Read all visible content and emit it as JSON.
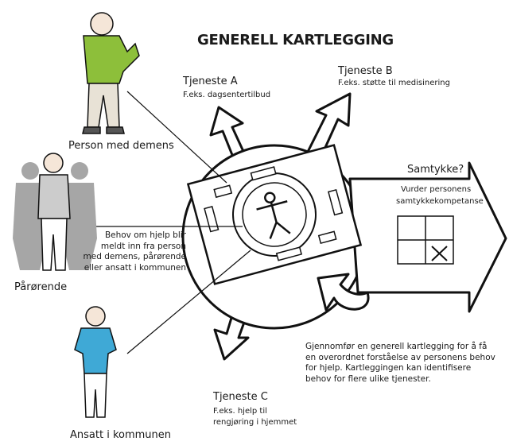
{
  "title": "GENERELL KARTLEGGING",
  "services": {
    "a": {
      "name": "Tjeneste A",
      "example": "F.eks. dagsentertilbud"
    },
    "b": {
      "name": "Tjeneste B",
      "example": "F.eks. støtte til medisinering"
    },
    "c": {
      "name": "Tjeneste C",
      "example_line1": "F.eks. hjelp til",
      "example_line2": "rengjøring i hjemmet"
    }
  },
  "consent": {
    "title": "Samtykke?",
    "line1": "Vurder personens",
    "line2": "samtykkekompetanse"
  },
  "actors": {
    "person": "Person med demens",
    "relatives": "Pårørende",
    "employee": "Ansatt i kommunen"
  },
  "referral_text": [
    "Behov om hjelp blir",
    "meldt inn fra person",
    "med demens, pårørende",
    "eller ansatt i kommunen"
  ],
  "assessment_text": [
    "Gjennomfør en generell kartlegging for å få",
    "en overordnet forståelse av personens behov",
    "for hjelp. Kartleggingen kan identifisere",
    "behov for flere ulike tjenester."
  ],
  "colors": {
    "jacket": "#8dbf3a",
    "shirt": "#3fa9d6",
    "grey_people": "#a6a6a6"
  }
}
